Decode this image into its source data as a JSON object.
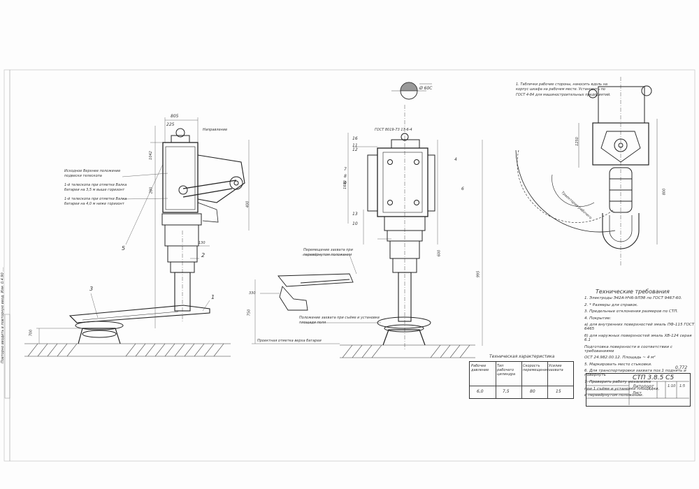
{
  "sheet": {
    "title_code": "СТП 3.8.5 С5",
    "title_name": "Литопорт",
    "sheet_label": "Лист",
    "scale": "1:10",
    "sheet_no": "1:5",
    "corner_code": "0.772",
    "left_margin_note": "Повторно вводить в повторную ввод. Изм. 0.4.90 ...."
  },
  "left_view": {
    "dims": [
      "805",
      "225",
      "1042",
      "400",
      "130",
      "280",
      "700"
    ],
    "notes": [
      "Направление",
      "Исходное Верхнее положение подвески телескопа",
      "1-й телескопа при отметке Валка батареи на 3,5 м выше горизонт",
      "1-й телескопа при отметке Валка батареи на 4,0 м ниже горизонт"
    ],
    "callouts": [
      "5",
      "3",
      "1",
      "2"
    ]
  },
  "middle_view": {
    "header": "ГОСТ 8019-73 17-6-4",
    "dims": [
      "1670",
      "330",
      "750",
      "995",
      "600"
    ],
    "notes": [
      "Перемещение захвата при перевёрнутом положении",
      "Положение захвата при съёме и установке площади поля",
      "Проектная отметка верха батареи"
    ],
    "callouts": [
      "16",
      "13",
      "7",
      "8",
      "9",
      "10",
      "11",
      "12",
      "4",
      "6"
    ]
  },
  "right_view": {
    "header_note": "1. Таблички рабочие стороны, наносить вдоль на корпус шкафа на рабочем месте. Установить по ГОСТ 4-84 для машиностроительных предприятий.",
    "dims": [
      "1250",
      "800"
    ],
    "arc_label": "Траектория рабочего",
    "section_label": "Ø 60С"
  },
  "technical_requirements": {
    "title": "Технические требования",
    "items": [
      "1. Электроды Э42А-НЧ6-9ЛЭ8 по ГОСТ 9467-60.",
      "2. * Размеры для справок.",
      "3. Предельные отклонения размеров по СТП.",
      "4. Покрытие:",
      "   а) для внутренних поверхностей эмаль ПФ-115 ГОСТ 6465",
      "   б) для наружных поверхностей эмаль ХВ-124 серая 6.1",
      "   Подготовка поверхности в соответствии с требованиями",
      "   ОСТ 24.982.00.12. Площадь ~ 4 м²",
      "5. Маркировать место стыковки.",
      "6. Для транспортировки захвата поз.1 поднять и повернуть",
      "7. Проверить работу механизма",
      "   при 1 съёме и установке площадки,",
      "   в перевёрнутом положении."
    ]
  },
  "spec_table": {
    "title": "Техническая характеристика",
    "headers": [
      "Рабочее давление",
      "Тип рабочего цилиндра",
      "Скорость перемещения",
      "Усилие захвата"
    ],
    "values": [
      "6,0",
      "7,5",
      "80",
      "15"
    ]
  }
}
